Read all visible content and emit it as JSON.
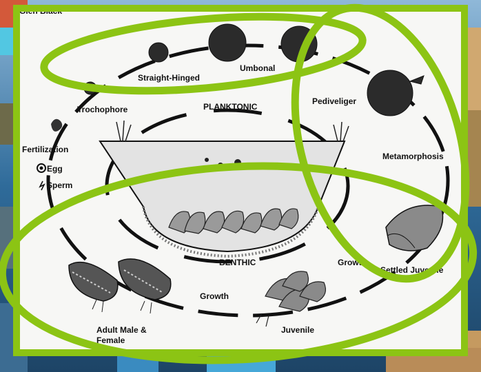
{
  "credit": "Glen Black",
  "labels": {
    "straight_hinged": "Straight-Hinged",
    "umbonal": "Umbonal",
    "trochophore": "Trochophore",
    "planktonic": "PLANKTONIC",
    "pediveliger": "Pediveliger",
    "fertilization": "Fertilization",
    "egg": "Egg",
    "sperm": "Sperm",
    "metamorphosis": "Metamorphosis",
    "benthic": "BENTHIC",
    "growth_right": "Growth",
    "settled_juvenile": "Settled Juvenile",
    "growth_bottom": "Growth",
    "juvenile": "Juvenile",
    "adult": "Adult Male & Female"
  },
  "colors": {
    "highlight_ring": "#8cc414",
    "paper": "#f7f7f5",
    "ink": "#111111",
    "water": "#e3e3e3",
    "background_water": "#2a5f8a",
    "frame": "#8cc414"
  },
  "icons": [
    "egg-icon",
    "sperm-icon",
    "shell-icon",
    "mussel-icon",
    "plant-icon"
  ]
}
